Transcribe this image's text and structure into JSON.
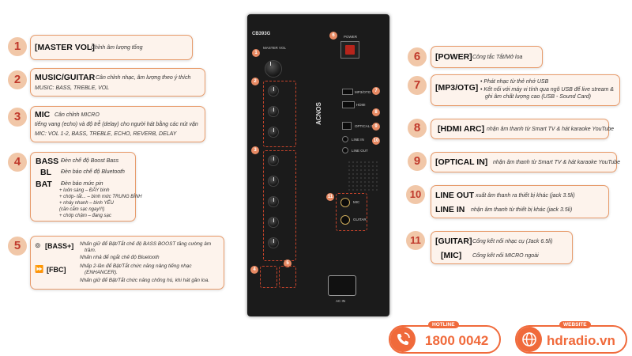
{
  "colors": {
    "accent": "#f06a3b",
    "box_border": "#e79b6b",
    "box_bg": "#fdf3ec",
    "number": "#c0392b",
    "panel": "#1b1b1b"
  },
  "items": {
    "i1": {
      "num": "1",
      "label": "[MASTER VOL]",
      "desc": "Chỉnh âm lượng tổng"
    },
    "i2": {
      "num": "2",
      "label": "MUSIC/GUITAR",
      "desc": "Cân chỉnh nhạc, âm lượng theo ý thích",
      "desc2": "MUSIC: BASS, TREBLE, VOL"
    },
    "i3": {
      "num": "3",
      "label": "MIC",
      "desc": "Cân chỉnh MICRO",
      "desc2": "tiếng vang (echo) và độ trễ (delay) cho người hát bằng các nút vặn",
      "desc3": "MIC: VOL 1-2, BASS, TREBLE, ECHO, REVERB, DELAY"
    },
    "i4": {
      "num": "4",
      "bass_label": "BASS",
      "bass_desc": "Đèn chế độ Boost Bass",
      "bl_label": "BL",
      "bl_desc": "Đèn báo chế độ Bluetooth",
      "bat_label": "BAT",
      "bat_desc": "Đèn báo mức pin",
      "bat_l1": "+ luôn sáng – ĐẦY bình",
      "bat_l2": "+ chớp- tắt... – bình mức TRUNG BÌNH",
      "bat_l3": "+ nháy nhanh – bình YẾU",
      "bat_l4": "(cần cắm sạc ngay!!!)",
      "bat_l5": "+ chớp chậm – đang sạc"
    },
    "i5": {
      "num": "5",
      "bass_btn": "[BASS+]",
      "bass_b1": "Nhấn giữ để Bật/Tắt chế độ BASS BOOST tăng cường âm",
      "bass_b1b": "trầm.",
      "bass_b2": "Nhấn nhả để ngắt chế độ Bluetooth",
      "fbc_btn": "[FBC]",
      "fbc_b1": "Nhấp 2-lần để Bật/Tắt chức năng nâng tiếng nhạc",
      "fbc_b1b": "(ENHANCER).",
      "fbc_b2": "Nhấn giữ để Bật/Tắt chức năng chống hú, khi hát gần loa."
    },
    "i6": {
      "num": "6",
      "label": "[POWER]",
      "desc": "Công tắc Tắt/Mở loa"
    },
    "i7": {
      "num": "7",
      "label": "[MP3/OTG]",
      "b1": "Phát nhạc từ thẻ nhớ USB",
      "b2": "Kết nối với máy vi tính qua ngõ USB để live stream &",
      "b2b": "ghi âm chất lượng cao (USB - Sound Card)"
    },
    "i8": {
      "num": "8",
      "label": "[HDMI ARC]",
      "desc": "nhận âm thanh từ Smart TV & hát karaoke YouTube"
    },
    "i9": {
      "num": "9",
      "label": "[OPTICAL IN]",
      "desc": "nhận âm thanh từ Smart TV & hát karaoke YouTube"
    },
    "i10": {
      "num": "10",
      "out_label": "LINE OUT",
      "out_desc": "xuất âm thanh ra thiết bị khác (jack 3.5li)",
      "in_label": "LINE IN",
      "in_desc": "nhận âm thanh từ thiết bị khác (jack 3.5li)"
    },
    "i11": {
      "num": "11",
      "guitar_label": "[GUITAR]",
      "guitar_desc": "Cổng kết nối nhạc cụ (Jack 6.5li)",
      "mic_label": "[MIC]",
      "mic_desc": "Cổng kết nối MICRO ngoài"
    }
  },
  "device": {
    "model": "CB393G",
    "master_vol": "MASTER VOL",
    "power": "POWER",
    "usb": "MP3/OTG",
    "hdmi": "HDMI",
    "optical": "OPTICAL IN",
    "line_in": "LINE IN",
    "line_out": "LINE OUT",
    "mic_jack": "MIC",
    "guitar_jack": "GUITAR",
    "ac_in": "AC IN",
    "acnos": "ACNOS"
  },
  "contact": {
    "hotline_tag": "HOTLINE",
    "hotline": "1800 0042",
    "website_tag": "WEBSITE",
    "website": "hdradio.vn"
  }
}
